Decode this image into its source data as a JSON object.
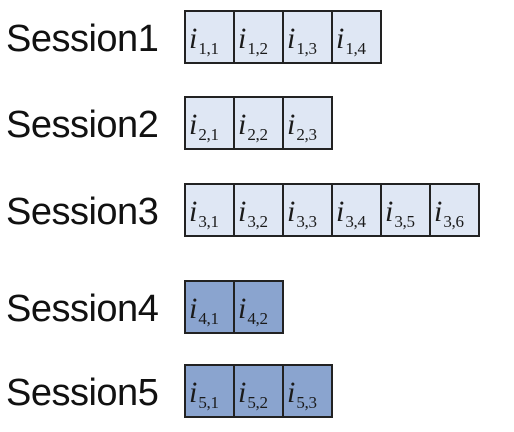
{
  "sessions": [
    {
      "label": "Session1",
      "shade": "light",
      "items": [
        {
          "sym": "i",
          "sub": "1,1"
        },
        {
          "sym": "i",
          "sub": "1,2"
        },
        {
          "sym": "i",
          "sub": "1,3"
        },
        {
          "sym": "i",
          "sub": "1,4"
        }
      ]
    },
    {
      "label": "Session2",
      "shade": "light",
      "items": [
        {
          "sym": "i",
          "sub": "2,1"
        },
        {
          "sym": "i",
          "sub": "2,2"
        },
        {
          "sym": "i",
          "sub": "2,3"
        }
      ]
    },
    {
      "label": "Session3",
      "shade": "light",
      "items": [
        {
          "sym": "i",
          "sub": "3,1"
        },
        {
          "sym": "i",
          "sub": "3,2"
        },
        {
          "sym": "i",
          "sub": "3,3"
        },
        {
          "sym": "i",
          "sub": "3,4"
        },
        {
          "sym": "i",
          "sub": "3,5"
        },
        {
          "sym": "i",
          "sub": "3,6"
        }
      ]
    },
    {
      "label": "Session4",
      "shade": "dark",
      "items": [
        {
          "sym": "i",
          "sub": "4,1"
        },
        {
          "sym": "i",
          "sub": "4,2"
        }
      ]
    },
    {
      "label": "Session5",
      "shade": "dark",
      "items": [
        {
          "sym": "i",
          "sub": "5,1"
        },
        {
          "sym": "i",
          "sub": "5,2"
        },
        {
          "sym": "i",
          "sub": "5,3"
        }
      ]
    }
  ],
  "colors": {
    "light_cell": "#dfe7f4",
    "dark_cell": "#8aa4cf",
    "border": "#222222"
  }
}
